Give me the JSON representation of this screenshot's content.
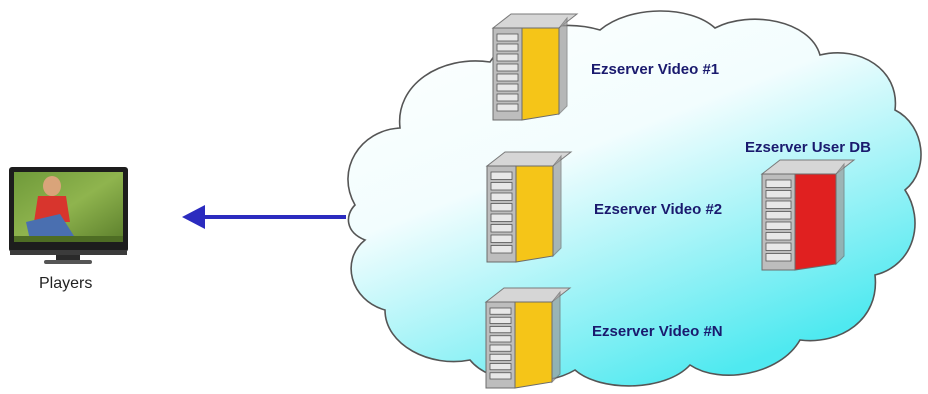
{
  "players": {
    "label": "Players",
    "icon": "tv-monitor-icon"
  },
  "arrow": {
    "color": "#2b2bbf"
  },
  "cloud": {
    "fill_color": "#4fe9f0",
    "outline_color": "#555555"
  },
  "servers": [
    {
      "label": "Ezserver Video #1",
      "color": "#f5c518",
      "icon": "server-tower-icon"
    },
    {
      "label": "Ezserver Video #2",
      "color": "#f5c518",
      "icon": "server-tower-icon"
    },
    {
      "label": "Ezserver Video #N",
      "color": "#f5c518",
      "icon": "server-tower-icon"
    },
    {
      "label": "Ezserver User DB",
      "color": "#e02020",
      "icon": "server-tower-icon"
    }
  ]
}
